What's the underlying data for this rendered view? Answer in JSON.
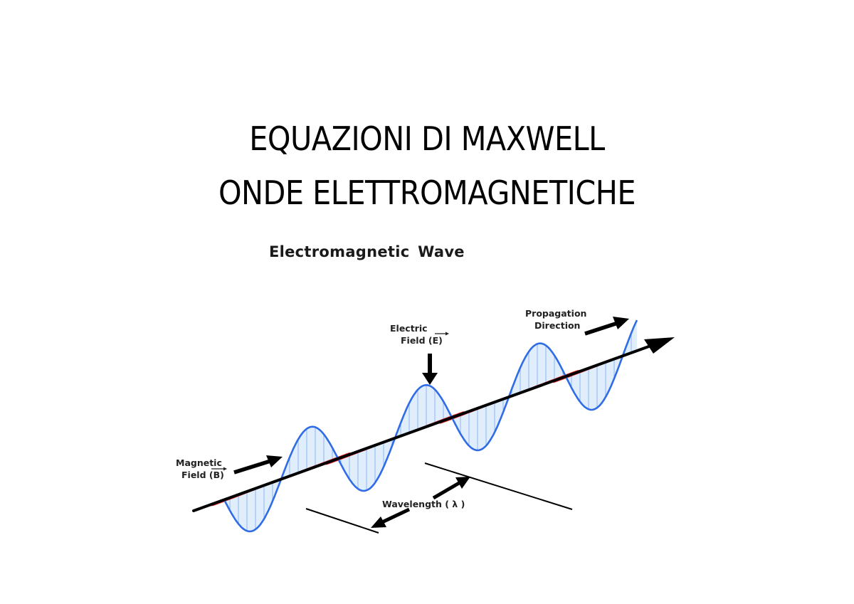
{
  "slide": {
    "title_lines": [
      "EQUAZIONI DI MAXWELL",
      "ONDE ELETTROMAGNETICHE"
    ]
  },
  "figure": {
    "title": "Electromagnetic Wave",
    "labels": {
      "electric_field_line1": "Electric",
      "electric_field_line2": "Field (E)",
      "electric_field_symbol": "E",
      "magnetic_field_line1": "Magnetic",
      "magnetic_field_line2": "Field (B)",
      "magnetic_field_symbol": "B",
      "propagation_line1": "Propagation",
      "propagation_line2": "Direction",
      "wavelength": "Wavelength ( λ )"
    },
    "colors": {
      "electric_stroke": "#2f6ce6",
      "electric_fill": "#d6e8fb",
      "magnetic_stroke": "#ec2a2a",
      "magnetic_fill": "#fbd3d3",
      "axis": "#000000"
    }
  }
}
